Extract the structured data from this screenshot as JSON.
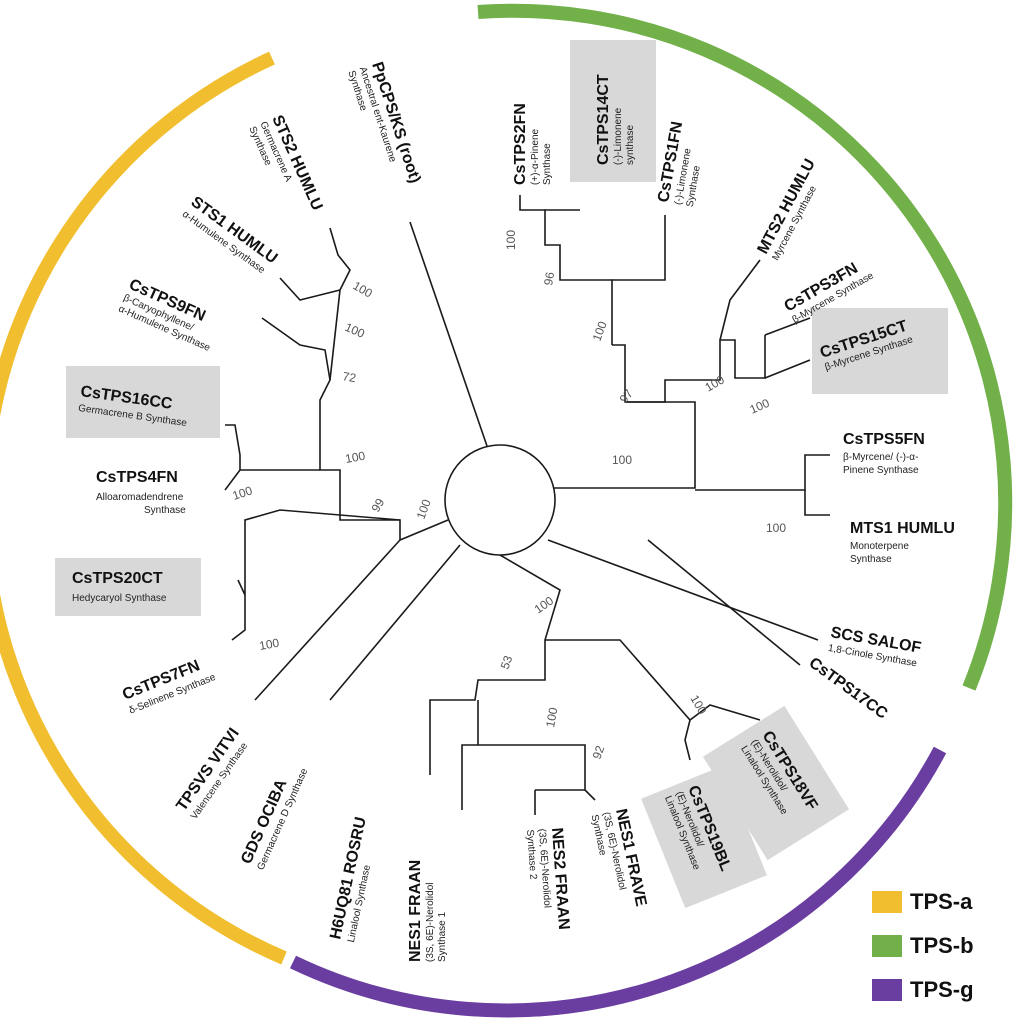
{
  "colors": {
    "tps_a": "#F0BE2E",
    "tps_b": "#72B04A",
    "tps_g": "#6A3DA0",
    "highlight": "#D8D8D8",
    "branch": "#1a1a1a"
  },
  "legend": [
    {
      "label": "TPS-a",
      "color": "#F0BE2E"
    },
    {
      "label": "TPS-b",
      "color": "#72B04A"
    },
    {
      "label": "TPS-g",
      "color": "#6A3DA0"
    }
  ],
  "taxa": [
    {
      "id": "cstps14ct",
      "name": "CsTPS14CT",
      "desc": [
        "(-)-Limonene",
        "synthase"
      ],
      "highlight": true
    },
    {
      "id": "cstps1fn",
      "name": "CsTPS1FN",
      "desc": [
        "(-)-Limonene",
        "Synthase"
      ],
      "highlight": false
    },
    {
      "id": "mts2",
      "name": "MTS2 HUMLU",
      "desc": [
        "Myrcene Synthase"
      ],
      "highlight": false
    },
    {
      "id": "cstps3fn",
      "name": "CsTPS3FN",
      "desc": [
        "β-Myrcene Synthase"
      ],
      "highlight": false
    },
    {
      "id": "cstps15ct",
      "name": "CsTPS15CT",
      "desc": [
        "β-Myrcene Synthase"
      ],
      "highlight": true
    },
    {
      "id": "cstps5fn",
      "name": "CsTPS5FN",
      "desc": [
        "β-Myrcene/ (-)-α-",
        "Pinene Synthase"
      ],
      "highlight": false
    },
    {
      "id": "mts1",
      "name": "MTS1 HUMLU",
      "desc": [
        "Monoterpene",
        "Synthase"
      ],
      "highlight": false
    },
    {
      "id": "scs",
      "name": "SCS SALOF",
      "desc": [
        "1,8-Cinole Synthase"
      ],
      "highlight": false
    },
    {
      "id": "cstps17cc",
      "name": "CsTPS17CC",
      "desc": [],
      "highlight": false
    },
    {
      "id": "cstps18vf",
      "name": "CsTPS18VF",
      "desc": [
        "(E)-Nerolidol/",
        "Linalool Synthase"
      ],
      "highlight": true
    },
    {
      "id": "cstps19bl",
      "name": "CsTPS19BL",
      "desc": [
        "(E)-Nerolidol/",
        "Linalool Synthase"
      ],
      "highlight": true
    },
    {
      "id": "nes1frave",
      "name": "NES1 FRAVE",
      "desc": [
        "(3S, 6E)-Nerolidol",
        "Synthase"
      ],
      "highlight": false
    },
    {
      "id": "nes2fraan",
      "name": "NES2 FRAAN",
      "desc": [
        "(3S, 6E)-Nerolidol",
        "Synthase 2"
      ],
      "highlight": false
    },
    {
      "id": "nes1fraan",
      "name": "NES1 FRAAN",
      "desc": [
        "(3S, 6E)-Nerolidol",
        "Synthase 1"
      ],
      "highlight": false
    },
    {
      "id": "h6uq81",
      "name": "H6UQ81 ROSRU",
      "desc": [
        "Linalool Synthase"
      ],
      "highlight": false
    },
    {
      "id": "gds",
      "name": "GDS OCIBA",
      "desc": [
        "Germacrene D Synthase"
      ],
      "highlight": false
    },
    {
      "id": "tpsvs",
      "name": "TPSVS VITVI",
      "desc": [
        "Valencene Synthase"
      ],
      "highlight": false
    },
    {
      "id": "cstps7fn",
      "name": "CsTPS7FN",
      "desc": [
        "δ-Selinene Synthase"
      ],
      "highlight": false
    },
    {
      "id": "cstps20ct",
      "name": "CsTPS20CT",
      "desc": [
        "Hedycaryol Synthase"
      ],
      "highlight": true
    },
    {
      "id": "cstps4fn",
      "name": "CsTPS4FN",
      "desc": [
        "Alloaromadendrene",
        "Synthase"
      ],
      "highlight": false
    },
    {
      "id": "cstps16cc",
      "name": "CsTPS16CC",
      "desc": [
        "Germacrene B Synthase"
      ],
      "highlight": true
    },
    {
      "id": "cstps9fn",
      "name": "CsTPS9FN",
      "desc": [
        "β-Caryophyllene/",
        "α-Humulene Synthase"
      ],
      "highlight": false
    },
    {
      "id": "sts1",
      "name": "STS1 HUMLU",
      "desc": [
        "α-Humulene Synthase"
      ],
      "highlight": false
    },
    {
      "id": "sts2",
      "name": "STS2 HUMLU",
      "desc": [
        "Germacrene A",
        "Synthase"
      ],
      "highlight": false
    },
    {
      "id": "ppcps",
      "name": "PpCPS/KS (root)",
      "desc": [
        "Ancestral ent-Kaurene",
        "Synthase"
      ],
      "highlight": false
    },
    {
      "id": "cstps2fn",
      "name": "CsTPS2FN",
      "desc": [
        "(+)-α-Pinene",
        "Synthase"
      ],
      "highlight": false
    }
  ],
  "bootstrap": [
    {
      "id": "b_limonene",
      "value": "100"
    },
    {
      "id": "b_a96",
      "value": "96"
    },
    {
      "id": "b_b100",
      "value": "100"
    },
    {
      "id": "b_myr_inner",
      "value": "100"
    },
    {
      "id": "b_myr_outer",
      "value": "100"
    },
    {
      "id": "b_b97",
      "value": "97"
    },
    {
      "id": "b_b100c",
      "value": "100"
    },
    {
      "id": "b_mts1",
      "value": "100"
    },
    {
      "id": "b_g100",
      "value": "100"
    },
    {
      "id": "b_g53",
      "value": "53"
    },
    {
      "id": "b_nes100",
      "value": "100"
    },
    {
      "id": "b_nes92",
      "value": "92"
    },
    {
      "id": "b_ner100",
      "value": "100"
    },
    {
      "id": "b_sel100",
      "value": "100"
    },
    {
      "id": "b_a99",
      "value": "99"
    },
    {
      "id": "b_a100root",
      "value": "100"
    },
    {
      "id": "b_allo100",
      "value": "100"
    },
    {
      "id": "b_a100d",
      "value": "100"
    },
    {
      "id": "b_a72",
      "value": "72"
    },
    {
      "id": "b_hum100a",
      "value": "100"
    },
    {
      "id": "b_hum100b",
      "value": "100"
    }
  ]
}
